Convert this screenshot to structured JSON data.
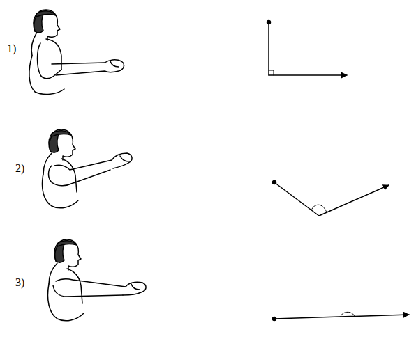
{
  "diagram": {
    "labels": [
      "1)",
      "2)",
      "3)"
    ]
  }
}
